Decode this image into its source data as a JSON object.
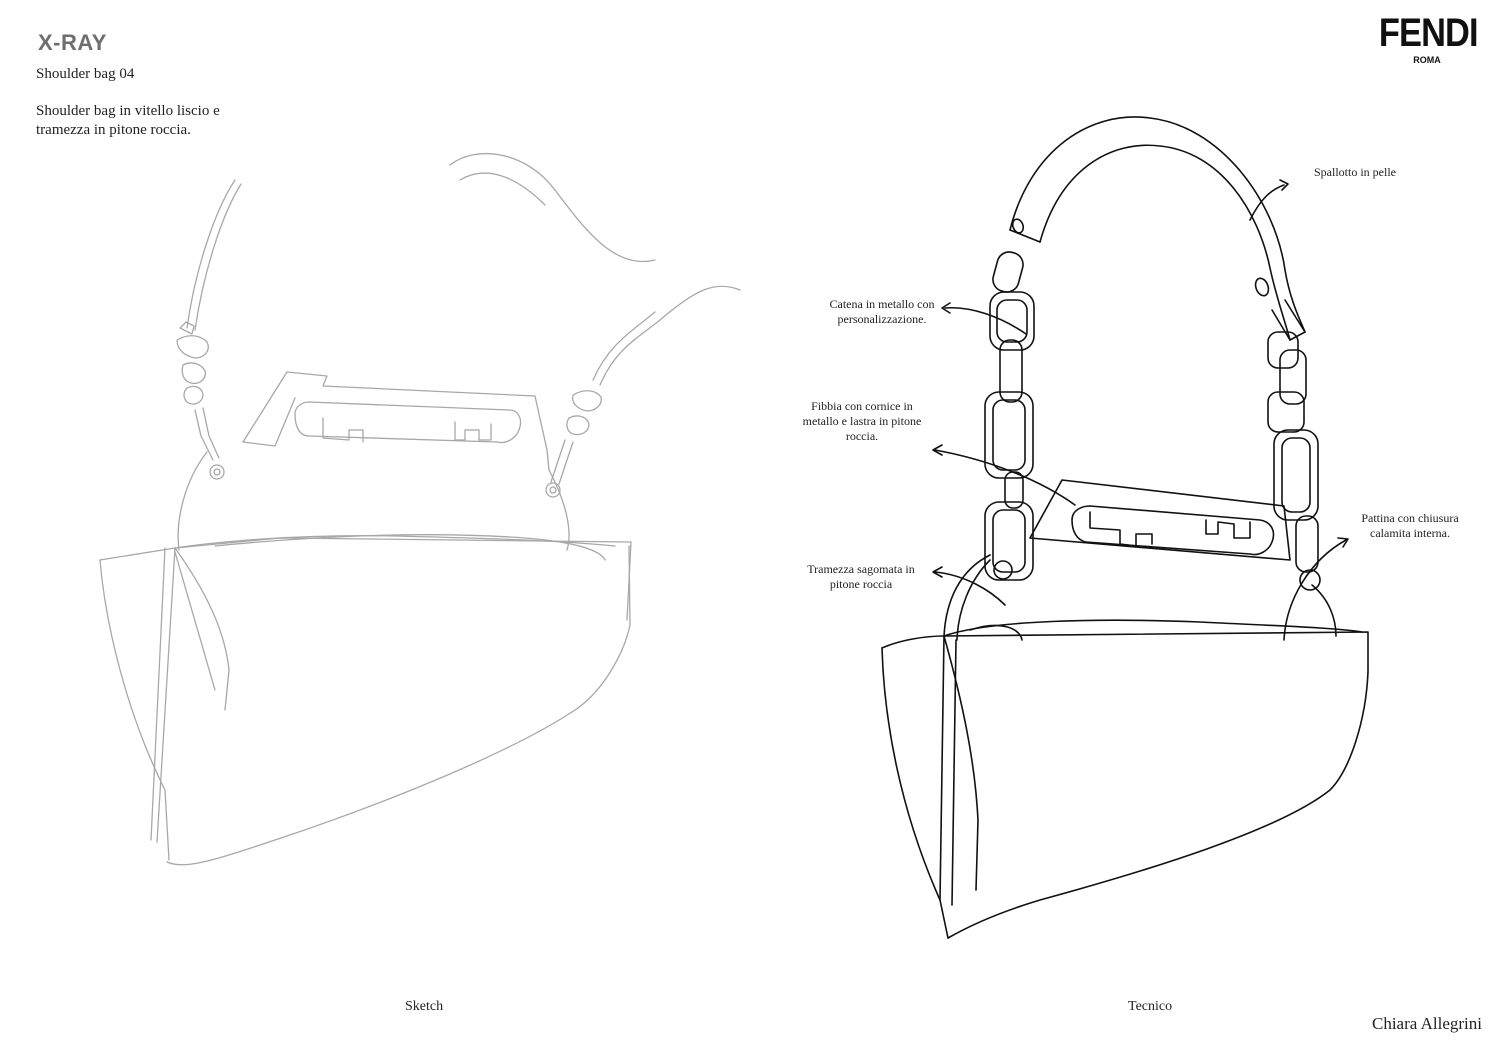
{
  "header": {
    "collection": "X-RAY",
    "product_name": "Shoulder bag 04",
    "description": "Shoulder bag in vitello liscio e tramezza in pitone roccia."
  },
  "brand": {
    "name": "FENDI",
    "city": "ROMA"
  },
  "annotations": {
    "strap": "Spallotto in pelle",
    "chain": "Catena in metallo con personalizzazione.",
    "buckle": "Fibbia con cornice in metallo e lastra in pitone roccia.",
    "flap": "Pattina con chiusura calamita interna.",
    "gusset": "Tramezza sagomata in pitone roccia"
  },
  "captions": {
    "sketch": "Sketch",
    "technical": "Tecnico"
  },
  "author": "Chiara Allegrini",
  "colors": {
    "title_gray": "#6e6e6e",
    "ink": "#111111",
    "pencil": "#9a9a9a"
  }
}
